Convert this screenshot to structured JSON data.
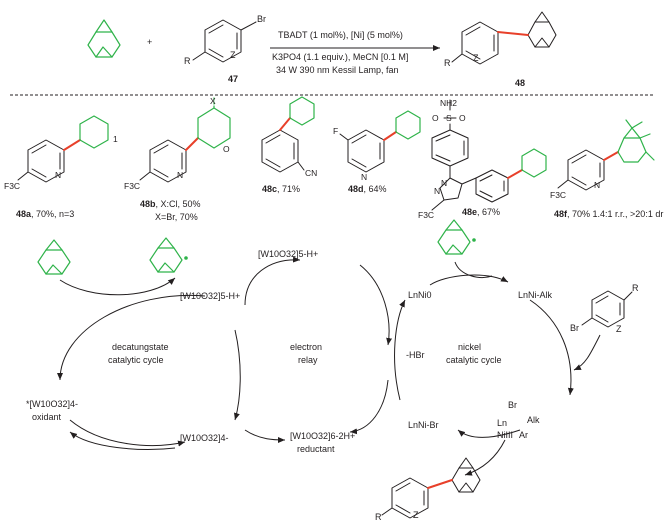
{
  "reaction": {
    "plus": "+",
    "br": "Br",
    "r": "R",
    "z": "Z",
    "reagent_number": "47",
    "product_number": "48",
    "cond_line1": "TBADT (1 mol%),  [Ni] (5 mol%)",
    "cond_line2": "K3PO4 (1.1 equiv.), MeCN [0.1 M]",
    "cond_line3": "34 W 390 nm Kessil Lamp, fan"
  },
  "products": {
    "p48a": {
      "label": "48a",
      "text": ", 70%, n=3",
      "f3c": "F3C",
      "n": "N",
      "sub": "1"
    },
    "p48b": {
      "label": "48b",
      "text": ", X:Cl, 50%",
      "text2": "X=Br, 70%",
      "f3c": "F3C",
      "n": "N",
      "o": "O",
      "x": "X"
    },
    "p48c": {
      "label": "48c",
      "text": ", 71%",
      "cn": "CN"
    },
    "p48d": {
      "label": "48d",
      "text": ", 64%",
      "f": "F",
      "n": "N"
    },
    "p48e": {
      "label": "48e",
      "text": ", 67%",
      "nh2": "NH2",
      "s": "S",
      "o": "O",
      "n": "N",
      "f3c": "F3C"
    },
    "p48f": {
      "label": "48f",
      "text": ", 70% 1.4:1 r.r., >20:1 dr",
      "f3c": "F3C",
      "n": "N"
    }
  },
  "cycles": {
    "w_h_left": "[W10O32]5-H+",
    "w_h_top": "[W10O32]5-H+",
    "w_ox": "*[W10O32]4-",
    "oxidant": "oxidant",
    "w_bottom": "[W10O32]4-",
    "w_reductant": "[W10O32]6-2H+",
    "reductant": "reductant",
    "decatungstate_line1": "decatungstate",
    "decatungstate_line2": "catalytic cycle",
    "electron_line1": "electron",
    "electron_line2": "relay",
    "ni0": "LnNi0",
    "ni_alk": "LnNi-Alk",
    "hbr": "-HBr",
    "nickel_line1": "nickel",
    "nickel_line2": "catalytic cycle",
    "ni_br": "LnNi-Br",
    "ni_iii_br": "Br",
    "ni_iii_l": "Ln",
    "ni_iii_alk": "Alk",
    "ni_iii_ni": "NiIII",
    "ni_iii_ar": "Ar",
    "aryl_br": "Br",
    "aryl_r": "R",
    "aryl_z": "Z",
    "prod_r": "R",
    "prod_z": "Z"
  },
  "colors": {
    "green": "#2fb34a",
    "red": "#e8402a",
    "ink": "#231f20"
  }
}
